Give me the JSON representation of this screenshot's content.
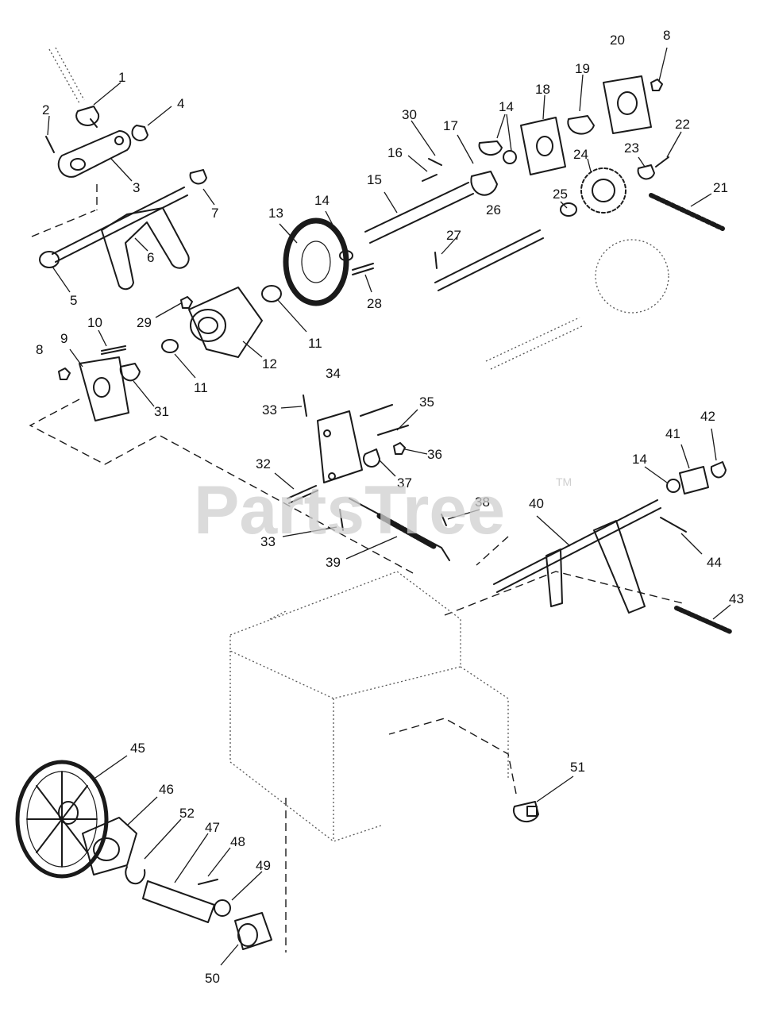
{
  "watermark": {
    "text": "PartsTree",
    "tm": "TM"
  },
  "callouts": [
    {
      "id": "c1",
      "text": "1"
    },
    {
      "id": "c2",
      "text": "2"
    },
    {
      "id": "c3",
      "text": "3"
    },
    {
      "id": "c4",
      "text": "4"
    },
    {
      "id": "c5",
      "text": "5"
    },
    {
      "id": "c6",
      "text": "6"
    },
    {
      "id": "c7",
      "text": "7"
    },
    {
      "id": "c8a",
      "text": "8"
    },
    {
      "id": "c8b",
      "text": "8"
    },
    {
      "id": "c9",
      "text": "9"
    },
    {
      "id": "c10",
      "text": "10"
    },
    {
      "id": "c11a",
      "text": "11"
    },
    {
      "id": "c11b",
      "text": "11"
    },
    {
      "id": "c12",
      "text": "12"
    },
    {
      "id": "c13",
      "text": "13"
    },
    {
      "id": "c14a",
      "text": "14"
    },
    {
      "id": "c14b",
      "text": "14"
    },
    {
      "id": "c14c",
      "text": "14"
    },
    {
      "id": "c15",
      "text": "15"
    },
    {
      "id": "c16",
      "text": "16"
    },
    {
      "id": "c17",
      "text": "17"
    },
    {
      "id": "c18",
      "text": "18"
    },
    {
      "id": "c19",
      "text": "19"
    },
    {
      "id": "c20",
      "text": "20"
    },
    {
      "id": "c21",
      "text": "21"
    },
    {
      "id": "c22",
      "text": "22"
    },
    {
      "id": "c23",
      "text": "23"
    },
    {
      "id": "c24",
      "text": "24"
    },
    {
      "id": "c25",
      "text": "25"
    },
    {
      "id": "c26",
      "text": "26"
    },
    {
      "id": "c27",
      "text": "27"
    },
    {
      "id": "c28",
      "text": "28"
    },
    {
      "id": "c29",
      "text": "29"
    },
    {
      "id": "c30",
      "text": "30"
    },
    {
      "id": "c31",
      "text": "31"
    },
    {
      "id": "c32",
      "text": "32"
    },
    {
      "id": "c33a",
      "text": "33"
    },
    {
      "id": "c33b",
      "text": "33"
    },
    {
      "id": "c34",
      "text": "34"
    },
    {
      "id": "c35",
      "text": "35"
    },
    {
      "id": "c36",
      "text": "36"
    },
    {
      "id": "c37",
      "text": "37"
    },
    {
      "id": "c38",
      "text": "38"
    },
    {
      "id": "c39",
      "text": "39"
    },
    {
      "id": "c40",
      "text": "40"
    },
    {
      "id": "c41",
      "text": "41"
    },
    {
      "id": "c42",
      "text": "42"
    },
    {
      "id": "c43",
      "text": "43"
    },
    {
      "id": "c44",
      "text": "44"
    },
    {
      "id": "c45",
      "text": "45"
    },
    {
      "id": "c46",
      "text": "46"
    },
    {
      "id": "c47",
      "text": "47"
    },
    {
      "id": "c48",
      "text": "48"
    },
    {
      "id": "c49",
      "text": "49"
    },
    {
      "id": "c50",
      "text": "50"
    },
    {
      "id": "c51",
      "text": "51"
    },
    {
      "id": "c52",
      "text": "52"
    }
  ]
}
